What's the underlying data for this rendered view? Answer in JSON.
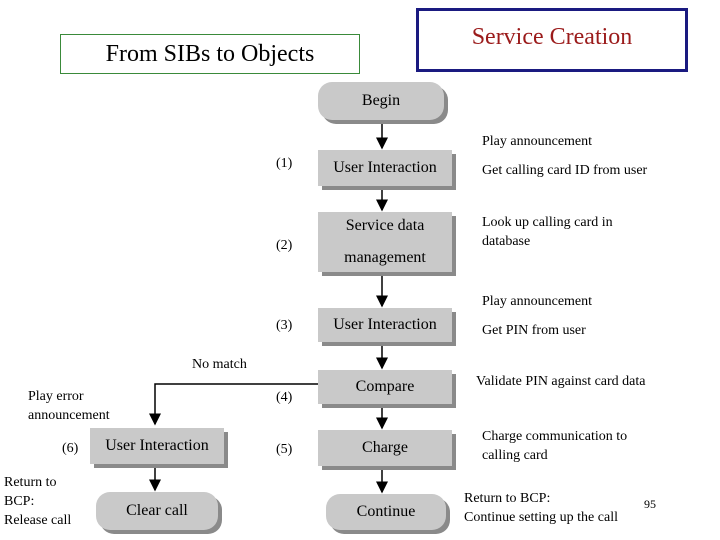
{
  "header": {
    "title": "From SIBs to Objects",
    "section": "Service Creation"
  },
  "steps": {
    "begin": "Begin",
    "s1": {
      "number": "(1)",
      "box": "User Interaction",
      "note_top": "Play announcement",
      "note": "Get calling card ID from user"
    },
    "s2": {
      "number": "(2)",
      "box_line1": "Service data",
      "box_line2": "management",
      "note_line1": "Look up calling card in",
      "note_line2": "database"
    },
    "s3": {
      "number": "(3)",
      "box": "User Interaction",
      "note_top": "Play announcement",
      "note": "Get PIN from user"
    },
    "s4": {
      "number": "(4)",
      "box": "Compare",
      "note": "Validate PIN against card data"
    },
    "s5": {
      "number": "(5)",
      "box": "Charge",
      "note_line1": "Charge communication to",
      "note_line2": "calling card"
    },
    "continue": {
      "box": "Continue",
      "note_line1": "Return to BCP:",
      "note_line2": "Continue setting up the call"
    }
  },
  "error_branch": {
    "no_match": "No match",
    "note_line1": "Play error",
    "note_line2": "announcement",
    "number": "(6)",
    "box": "User Interaction",
    "clear_box": "Clear call",
    "return_line1": "Return to",
    "return_line2": "BCP:",
    "return_line3": "Release  call"
  },
  "page_number": "95"
}
